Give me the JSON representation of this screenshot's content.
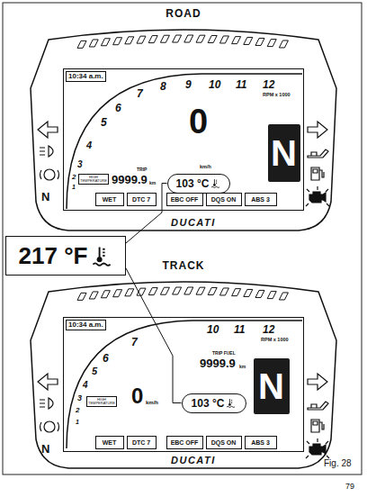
{
  "diagram": {
    "caption": "Fig. 28",
    "nodes": [
      {
        "text": [
          "ROAD",
          "DUCATI"
        ]
      },
      {
        "text": [
          "10:34 a.m."
        ],
        "in": 0
      },
      {
        "text": [
          "103 °C"
        ],
        "in": 1
      },
      {
        "text": [
          "N"
        ],
        "in": 1
      },
      {
        "text": [
          "WET"
        ],
        "in": 1
      },
      {
        "text": [
          "DTC 7"
        ],
        "in": 1
      },
      {
        "text": [
          "EBC OFF"
        ],
        "in": 1
      },
      {
        "text": [
          "DQS ON"
        ],
        "in": 1
      },
      {
        "text": [
          "ABS 3"
        ],
        "in": 1
      },
      {
        "text": [
          "217 °F"
        ]
      },
      {
        "text": [
          "TRACK",
          "DUCATI"
        ]
      },
      {
        "text": [
          "10:34 a.m."
        ],
        "in": 10
      },
      {
        "text": [
          "103 °C"
        ],
        "in": 11
      },
      {
        "text": [
          "N"
        ],
        "in": 11
      },
      {
        "text": [
          "WET"
        ],
        "in": 11
      },
      {
        "text": [
          "DTC 7"
        ],
        "in": 11
      },
      {
        "text": [
          "EBC OFF"
        ],
        "in": 11
      },
      {
        "text": [
          "DQS ON"
        ],
        "in": 11
      },
      {
        "text": [
          "ABS 3"
        ],
        "in": 11
      }
    ],
    "edges": [
      {
        "from": 9,
        "to": 2,
        "arrow": "none"
      },
      {
        "from": 9,
        "to": 12,
        "arrow": "none"
      }
    ],
    "labels": [
      "5",
      "6",
      "7",
      "8",
      "9",
      "10",
      "11",
      "12",
      "RPM x 1000",
      "4",
      "3",
      "2",
      "1",
      "0",
      "km/h",
      "HIGH TEMPERATURE",
      "9999.9",
      "TRIP",
      "km",
      "N",
      "7",
      "10",
      "11",
      "12",
      "RPM x 1000",
      "6",
      "5",
      "4",
      "3",
      "2",
      "1",
      "HIGH TEMPERATURE",
      "TRIP FUEL",
      "9999.9",
      "km",
      "0",
      "km/h",
      "N",
      "79"
    ]
  }
}
